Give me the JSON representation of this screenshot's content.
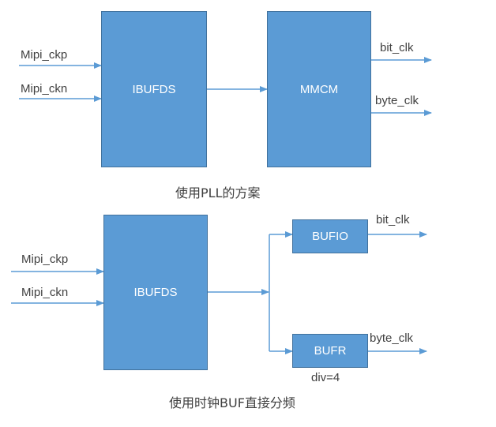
{
  "colors": {
    "block_fill": "#5b9bd5",
    "block_border": "#41719c",
    "connector": "#5b9bd5",
    "text": "#404040",
    "block_text": "#ffffff"
  },
  "pll_scheme": {
    "inputs": [
      "Mipi_ckp",
      "Mipi_ckn"
    ],
    "buffer_block": "IBUFDS",
    "clock_block": "MMCM",
    "outputs": [
      "bit_clk",
      "byte_clk"
    ],
    "caption": "使用PLL的方案"
  },
  "buf_scheme": {
    "inputs": [
      "Mipi_ckp",
      "Mipi_ckn"
    ],
    "buffer_block": "IBUFDS",
    "io_buffer": "BUFIO",
    "regional_buffer": "BUFR",
    "divider_note": "div=4",
    "outputs": [
      "bit_clk",
      "byte_clk"
    ],
    "caption": "使用时钟BUF直接分频"
  }
}
